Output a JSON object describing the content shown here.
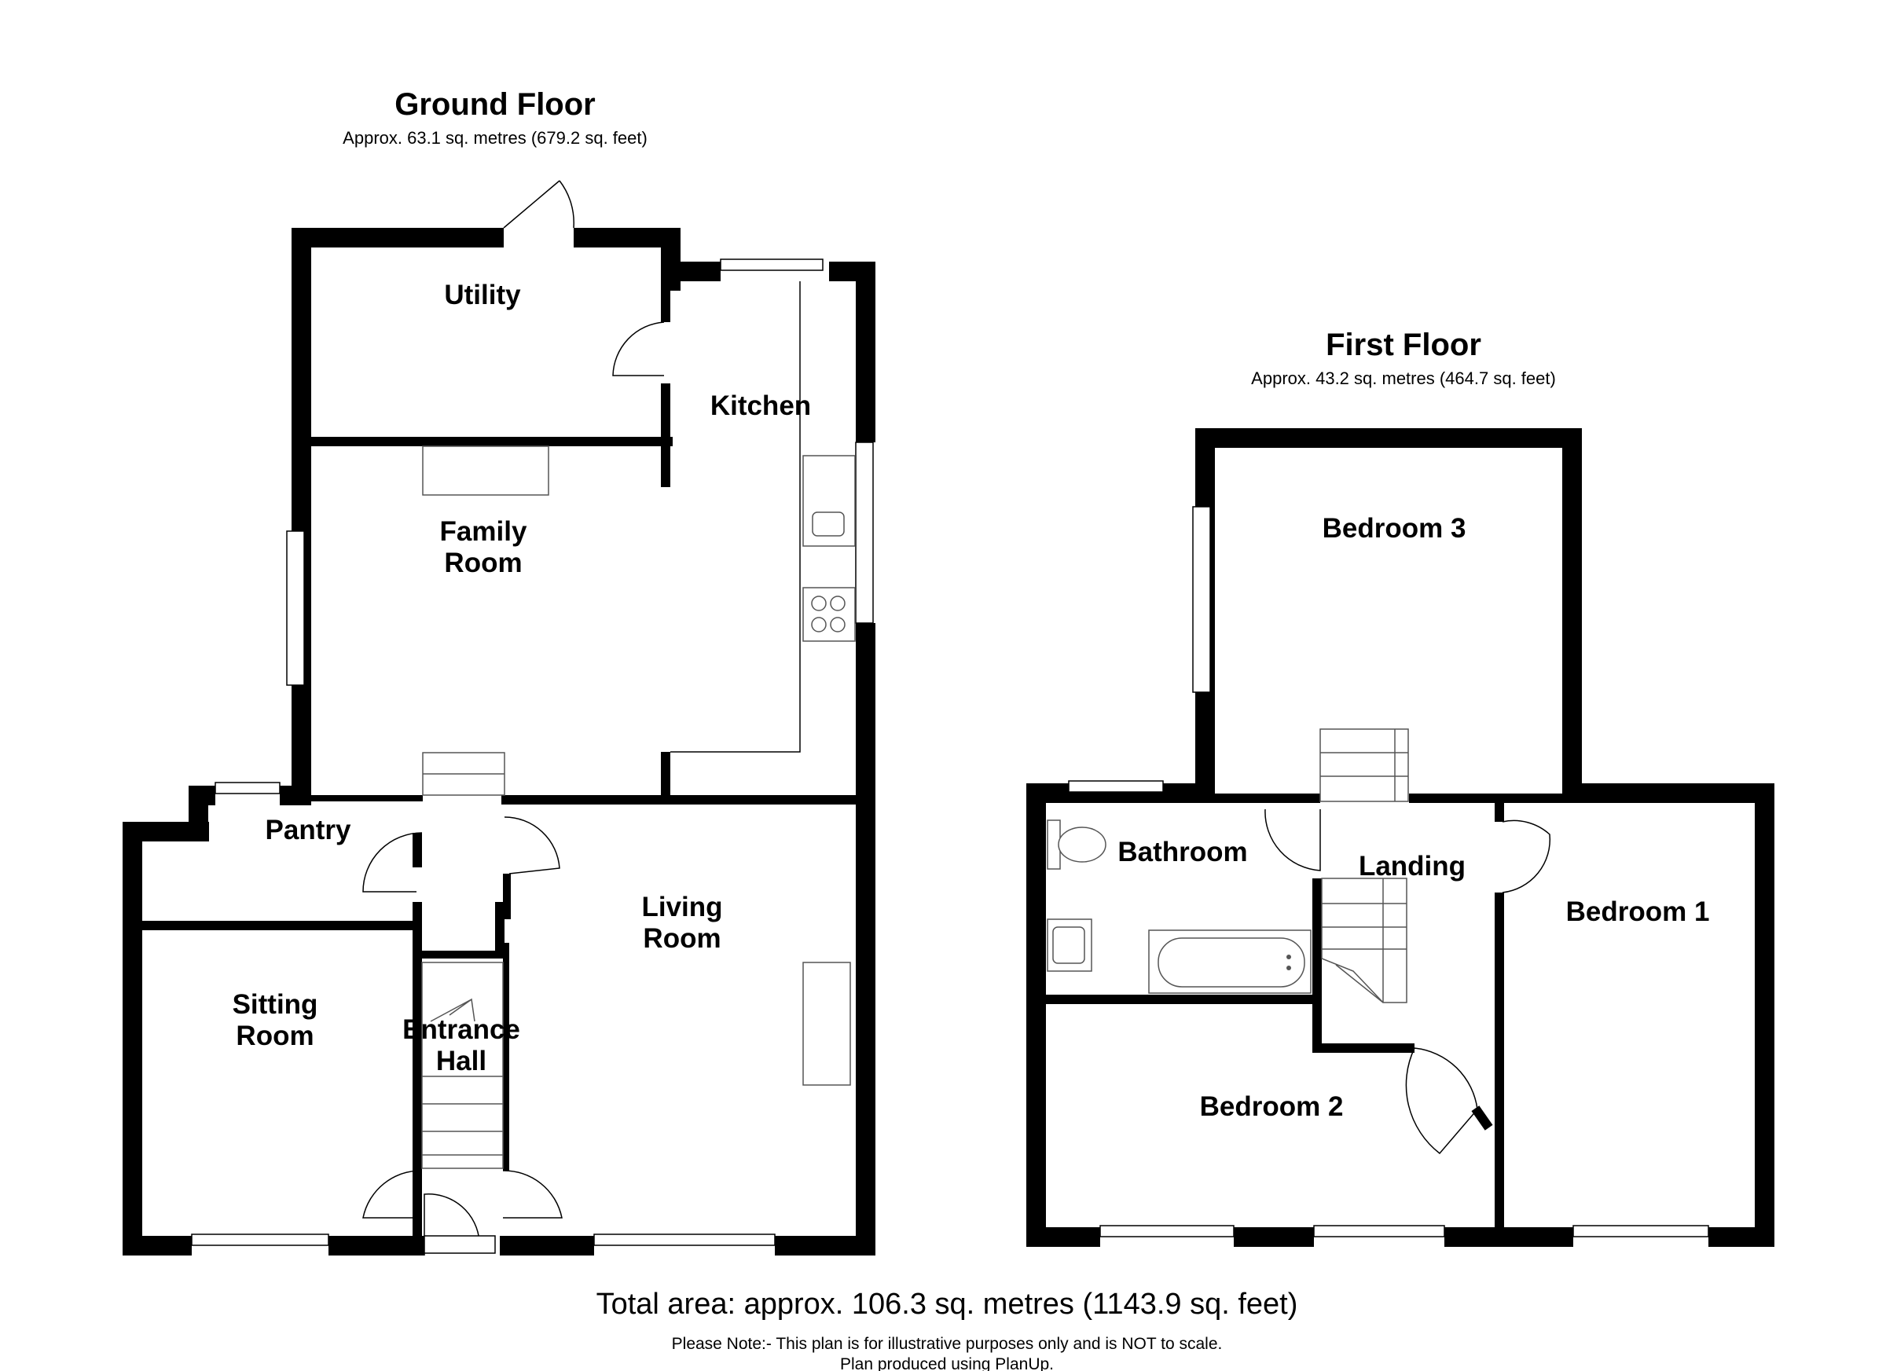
{
  "ground_floor": {
    "title": "Ground Floor",
    "area": "Approx. 63.1 sq. metres (679.2 sq. feet)",
    "rooms": {
      "utility": "Utility",
      "kitchen": "Kitchen",
      "family_room": [
        "Family",
        "Room"
      ],
      "pantry": "Pantry",
      "sitting_room": [
        "Sitting",
        "Room"
      ],
      "entrance_hall": [
        "Entrance",
        "Hall"
      ],
      "living_room": [
        "Living",
        "Room"
      ]
    }
  },
  "first_floor": {
    "title": "First Floor",
    "area": "Approx. 43.2 sq. metres (464.7 sq. feet)",
    "rooms": {
      "bedroom_3": "Bedroom 3",
      "bathroom": "Bathroom",
      "landing": "Landing",
      "bedroom_1": "Bedroom 1",
      "bedroom_2": "Bedroom 2"
    }
  },
  "total_area": "Total area: approx. 106.3 sq. metres (1143.9 sq. feet)",
  "note_line1": "Please Note:- This plan is for illustrative purposes only and is NOT to scale.",
  "note_line2": "Plan produced using PlanUp.",
  "colors": {
    "wall": "#000000",
    "background": "#ffffff",
    "fixture_line": "#555555"
  }
}
